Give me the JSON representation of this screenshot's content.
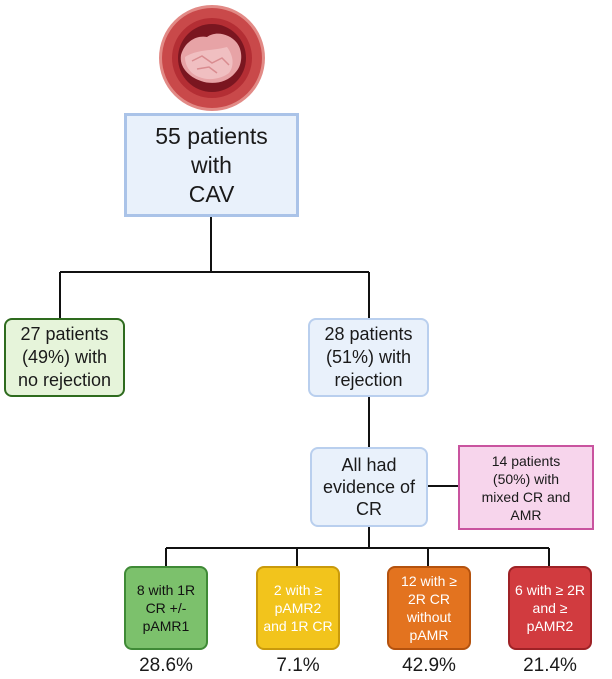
{
  "top": {
    "label": "55 patients\nwith\nCAV"
  },
  "left": {
    "label": "27 patients\n(49%) with\nno rejection"
  },
  "right": {
    "label": "28 patients\n(51%) with\nrejection"
  },
  "cr": {
    "label": "All had\nevidence of\nCR"
  },
  "mixed": {
    "label": "14 patients\n(50%) with\nmixed CR and\nAMR"
  },
  "leaves": [
    {
      "label": "8 with 1R\nCR +/-\npAMR1",
      "percent": "28.6%",
      "fill": "#7cc16c"
    },
    {
      "label": "2 with ≥\npAMR2\nand 1R CR",
      "percent": "7.1%",
      "fill": "#f2c41c"
    },
    {
      "label": "12 with ≥\n2R CR\nwithout\npAMR",
      "percent": "42.9%",
      "fill": "#e3731f"
    },
    {
      "label": "6 with ≥ 2R\nand ≥\npAMR2",
      "percent": "21.4%",
      "fill": "#d13b3f"
    }
  ],
  "icons": {
    "top": "artery-cross-section-icon"
  }
}
